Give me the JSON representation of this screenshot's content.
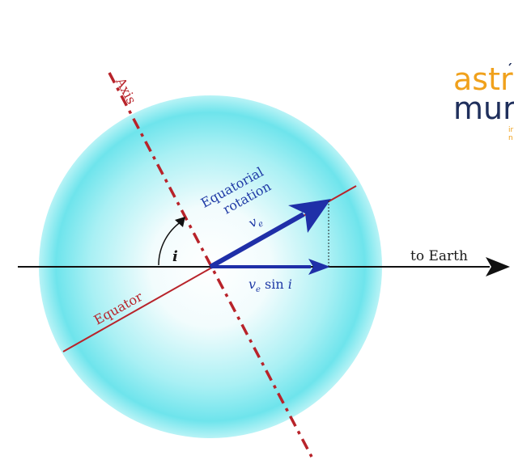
{
  "labels": {
    "axis": "Axis",
    "equatorial_rotation_line1": "Equatorial",
    "equatorial_rotation_line2": "rotation",
    "ve_symbol": "v",
    "ve_subscript": "e",
    "inclination_symbol": "i",
    "to_earth": "to Earth",
    "ve_sin_i_v": "v",
    "ve_sin_i_sub": "e",
    "ve_sin_i_rest": " sin ",
    "ve_sin_i_i": "i",
    "equator": "Equator"
  },
  "logo": {
    "line1": "astr",
    "line2": "mur",
    "line3": "ir",
    "line4": "n",
    "line1_color": "#f0a11c",
    "line2_color": "#1f2f5c"
  },
  "colors": {
    "star_glow": "#5ee3ec",
    "vector_blue": "#1f2fa8",
    "axis_red": "#b8232a",
    "line_black": "#111111"
  }
}
